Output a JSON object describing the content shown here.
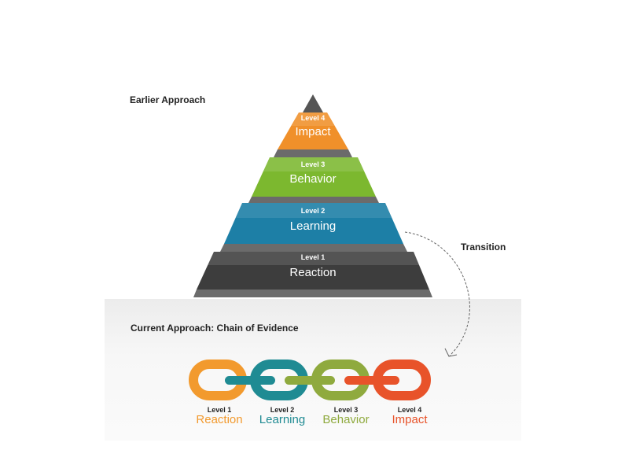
{
  "earlier_heading": "Earlier Approach",
  "current_heading": "Current Approach: Chain of Evidence",
  "transition_label": "Transition",
  "pyramid": [
    {
      "level": "Level 4",
      "name": "Impact",
      "color": "#f0902a"
    },
    {
      "level": "Level 3",
      "name": "Behavior",
      "color": "#7cb82f"
    },
    {
      "level": "Level 2",
      "name": "Learning",
      "color": "#1d7fa6"
    },
    {
      "level": "Level 1",
      "name": "Reaction",
      "color": "#3d3d3d"
    }
  ],
  "chain": [
    {
      "level": "Level 1",
      "name": "Reaction",
      "color": "#f29a2e"
    },
    {
      "level": "Level 2",
      "name": "Learning",
      "color": "#1f8b93"
    },
    {
      "level": "Level 3",
      "name": "Behavior",
      "color": "#8faa3e"
    },
    {
      "level": "Level 4",
      "name": "Impact",
      "color": "#e8532a"
    }
  ],
  "colors": {
    "separator": "#6b6b6b",
    "tip": "#555555"
  }
}
